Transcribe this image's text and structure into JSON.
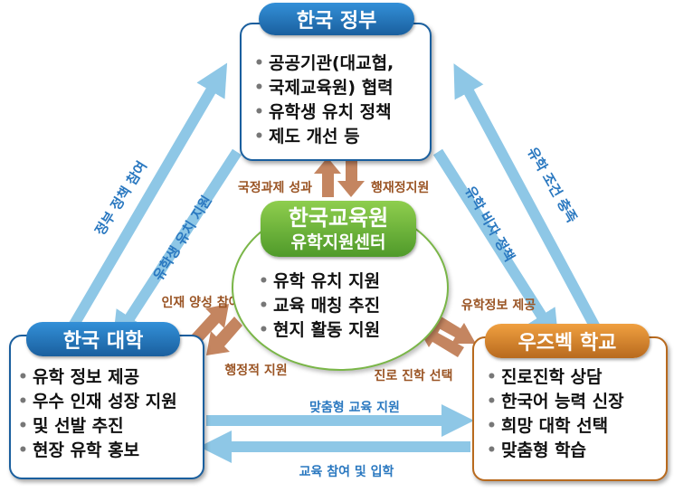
{
  "colors": {
    "blue_dark": "#1a5f9e",
    "blue_light": "#2f86cc",
    "orange_dark": "#b86a1e",
    "orange_light": "#e08a2e",
    "green_border": "#7ab648",
    "arrow_blue": "#8ec7e6",
    "arrow_brown": "#c48560",
    "label_blue": "#2a78c0",
    "label_brown": "#9a5424"
  },
  "nodes": {
    "government": {
      "title": "한국 정부",
      "items": [
        "공공기관(대교협,",
        "국제교육원) 협력",
        "유학생 유치 정책",
        "제도 개선 등"
      ]
    },
    "center": {
      "title_line1": "한국교육원",
      "title_line2": "유학지원센터",
      "items": [
        "유학 유치 지원",
        "교육 매칭 추진",
        "현지 활동 지원"
      ]
    },
    "university": {
      "title": "한국 대학",
      "items": [
        "유학 정보 제공",
        "우수 인재 성장 지원",
        "및 선발 추진",
        "현장 유학 홍보"
      ]
    },
    "uzbek_school": {
      "title": "우즈벡 학교",
      "items": [
        "진로진학 상담",
        "한국어 능력 신장",
        "희망 대학 선택",
        "맞춤형 학습"
      ]
    }
  },
  "edge_labels": {
    "gov_policy_participation": "정부 정책 참여",
    "student_attraction_support": "유학생 유치 지원",
    "study_conditions": "유학 조건 충족",
    "study_visa_policy": "유학 비자 정책",
    "national_task_results": "국정과제 성과",
    "admin_financial_support": "행재정지원",
    "talent_development": "인재 양성 참여",
    "administrative_support": "행정적 지원",
    "study_info_provision": "유학정보 제공",
    "career_path_choice": "진로 진학 선택",
    "customized_education_support": "맞춤형 교육 지원",
    "education_participation_admission": "교육 참여 및 입학"
  }
}
